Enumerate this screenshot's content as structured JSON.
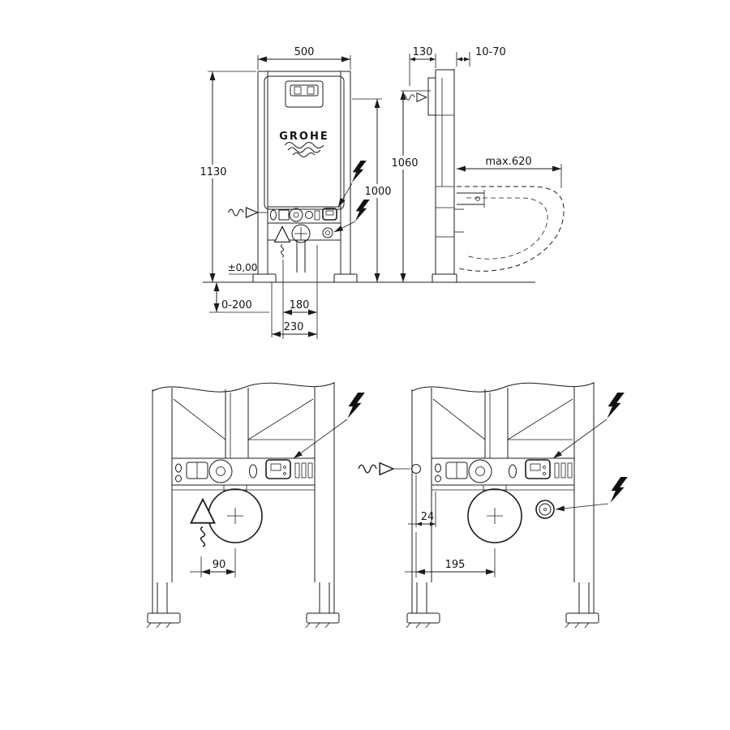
{
  "drawing": {
    "brand": "GROHE",
    "front": {
      "width": "500",
      "height_total": "1130",
      "height_inner": "1000",
      "height_plate": "1060",
      "floor_level": "±0,00",
      "foot_adjust": "0-200",
      "drain_offset": "180",
      "supply_offset": "230"
    },
    "side": {
      "depth": "130",
      "plate_range": "10-70",
      "bowl_max": "max.620"
    },
    "detail_left": {
      "drain_to_flush": "90"
    },
    "detail_right": {
      "supply_inset": "24",
      "supply_to_drain": "195"
    },
    "colors": {
      "line": "#1c1c1c",
      "background": "#ffffff"
    },
    "icons": {
      "electrical": "lightning-bolt",
      "water_supply": "water-flow-arrow",
      "flush_water": "flush-triangle"
    }
  }
}
